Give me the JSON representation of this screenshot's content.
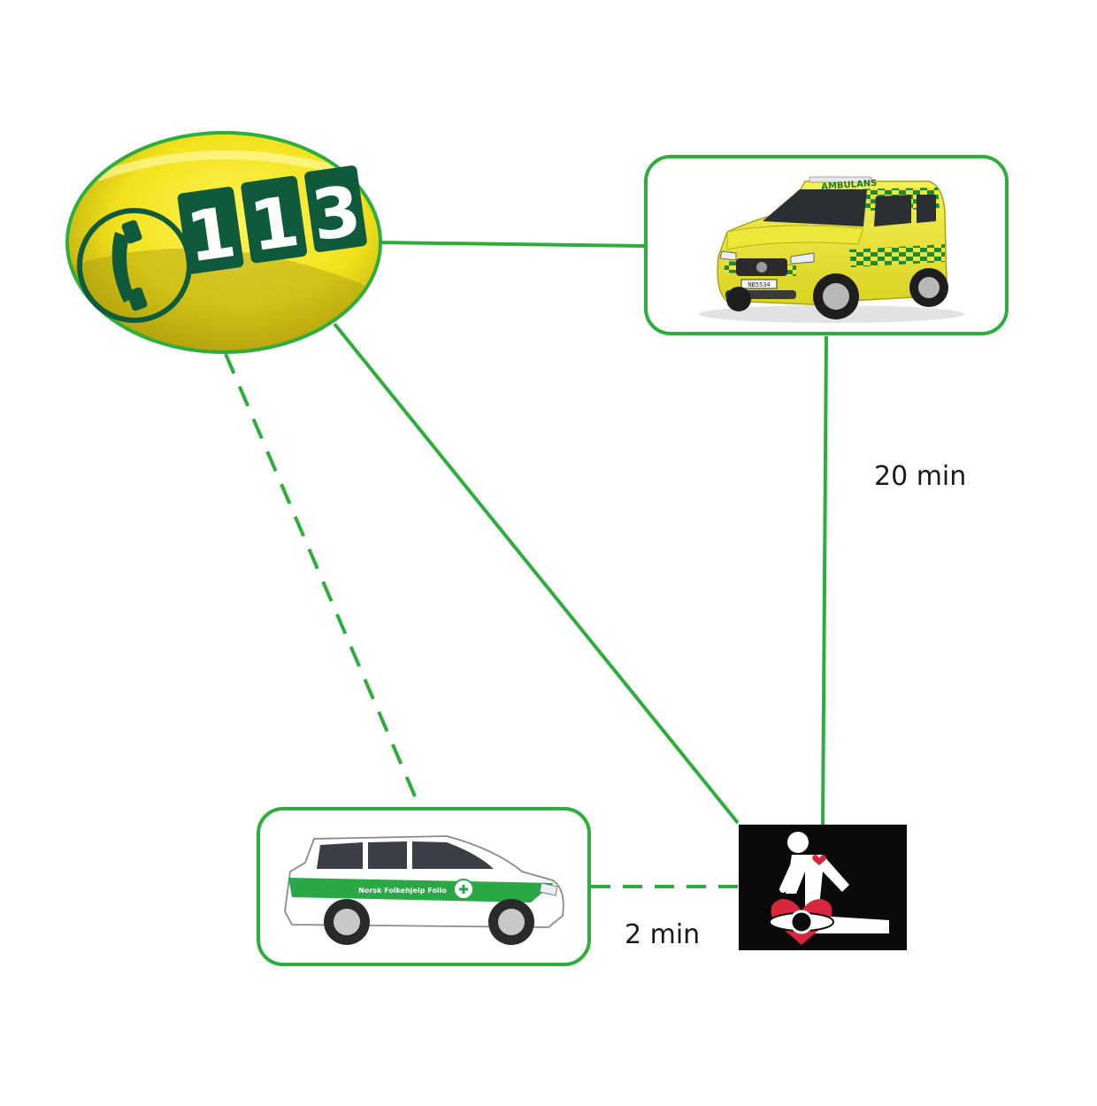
{
  "nodes": {
    "emergency_number": {
      "digits": [
        "1",
        "1",
        "3"
      ]
    },
    "ambulance": {
      "markings": [
        "AMBULANS"
      ],
      "plate": "NB5534"
    },
    "volunteer_car": {
      "markings": [
        "Norsk Folkehjelp Follo"
      ]
    }
  },
  "edges": {
    "ambulance_time": "20 min",
    "volunteer_time": "2 min"
  },
  "colors": {
    "line_green": "#2cad3c",
    "box_border": "#2cad3c",
    "emergency_yellow": "#f2e21c",
    "digit_plate": "#0f5a3a",
    "cpr_background": "#0a0a0a",
    "heart_red": "#d7263d"
  }
}
